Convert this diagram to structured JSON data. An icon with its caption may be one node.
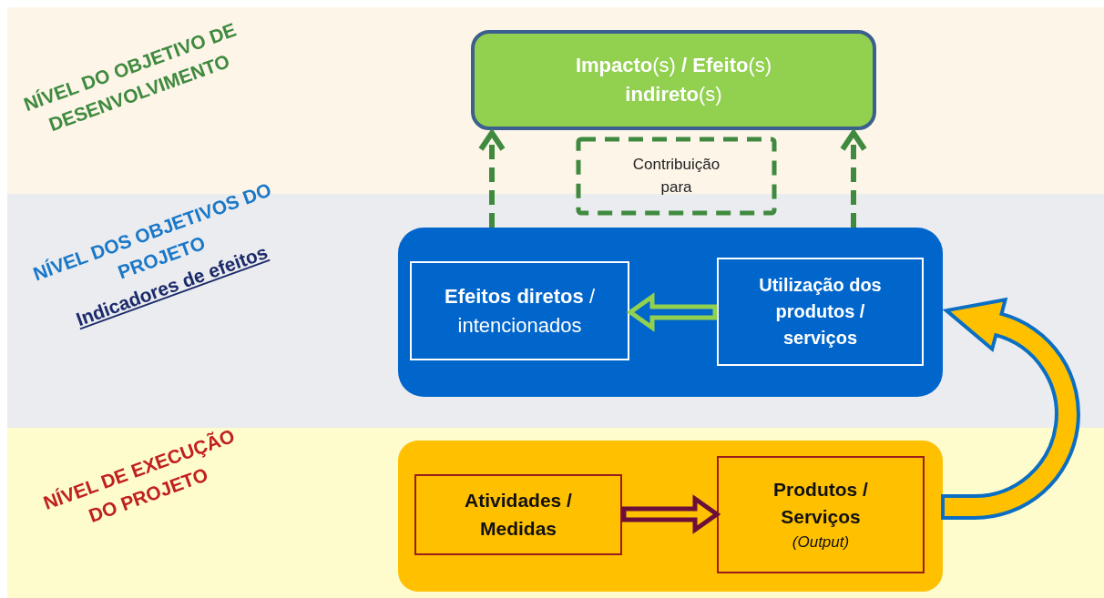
{
  "diagram": {
    "nodes": [
      {
        "text": [
          "NÍVEL DO OBJETIVO DE DESENVOLVIMENTO"
        ]
      },
      {
        "text": [
          "NÍVEL DOS OBJETIVOS DO PROJETO",
          "Indicadores de efeitos"
        ]
      },
      {
        "text": [
          "NÍVEL DE EXECUÇÃO DO PROJETO"
        ]
      },
      {
        "text": [
          "**Impacto**(s) **/** **Efeito**(s) **indireto**(s)"
        ],
        "in": 0
      },
      {
        "text": [
          "Contribuição para"
        ]
      },
      {
        "text": [],
        "shape": "box",
        "in": 1
      },
      {
        "text": [
          "**Efeitos diretos** / intencionados"
        ],
        "in": 5
      },
      {
        "text": [
          "Utilização dos produtos / serviços"
        ],
        "in": 5
      },
      {
        "text": [],
        "shape": "box",
        "in": 2
      },
      {
        "text": [
          "Atividades / Medidas"
        ],
        "in": 8
      },
      {
        "text": [
          "Produtos / Serviços",
          "(Output)"
        ],
        "in": 8
      }
    ],
    "edges": [
      {
        "from": 5,
        "to": 3,
        "arrow": "to",
        "style": "dashed",
        "color": "#3f8a3f"
      },
      {
        "from": 5,
        "to": 3,
        "arrow": "to",
        "style": "dashed",
        "color": "#3f8a3f"
      },
      {
        "from": 7,
        "to": 6,
        "arrow": "to",
        "color": "#92d050"
      },
      {
        "from": 9,
        "to": 10,
        "arrow": "to",
        "color": "#6b0f3a"
      },
      {
        "from": 8,
        "to": 5,
        "arrow": "to",
        "style": "thick",
        "color": "#ffc000"
      }
    ]
  }
}
